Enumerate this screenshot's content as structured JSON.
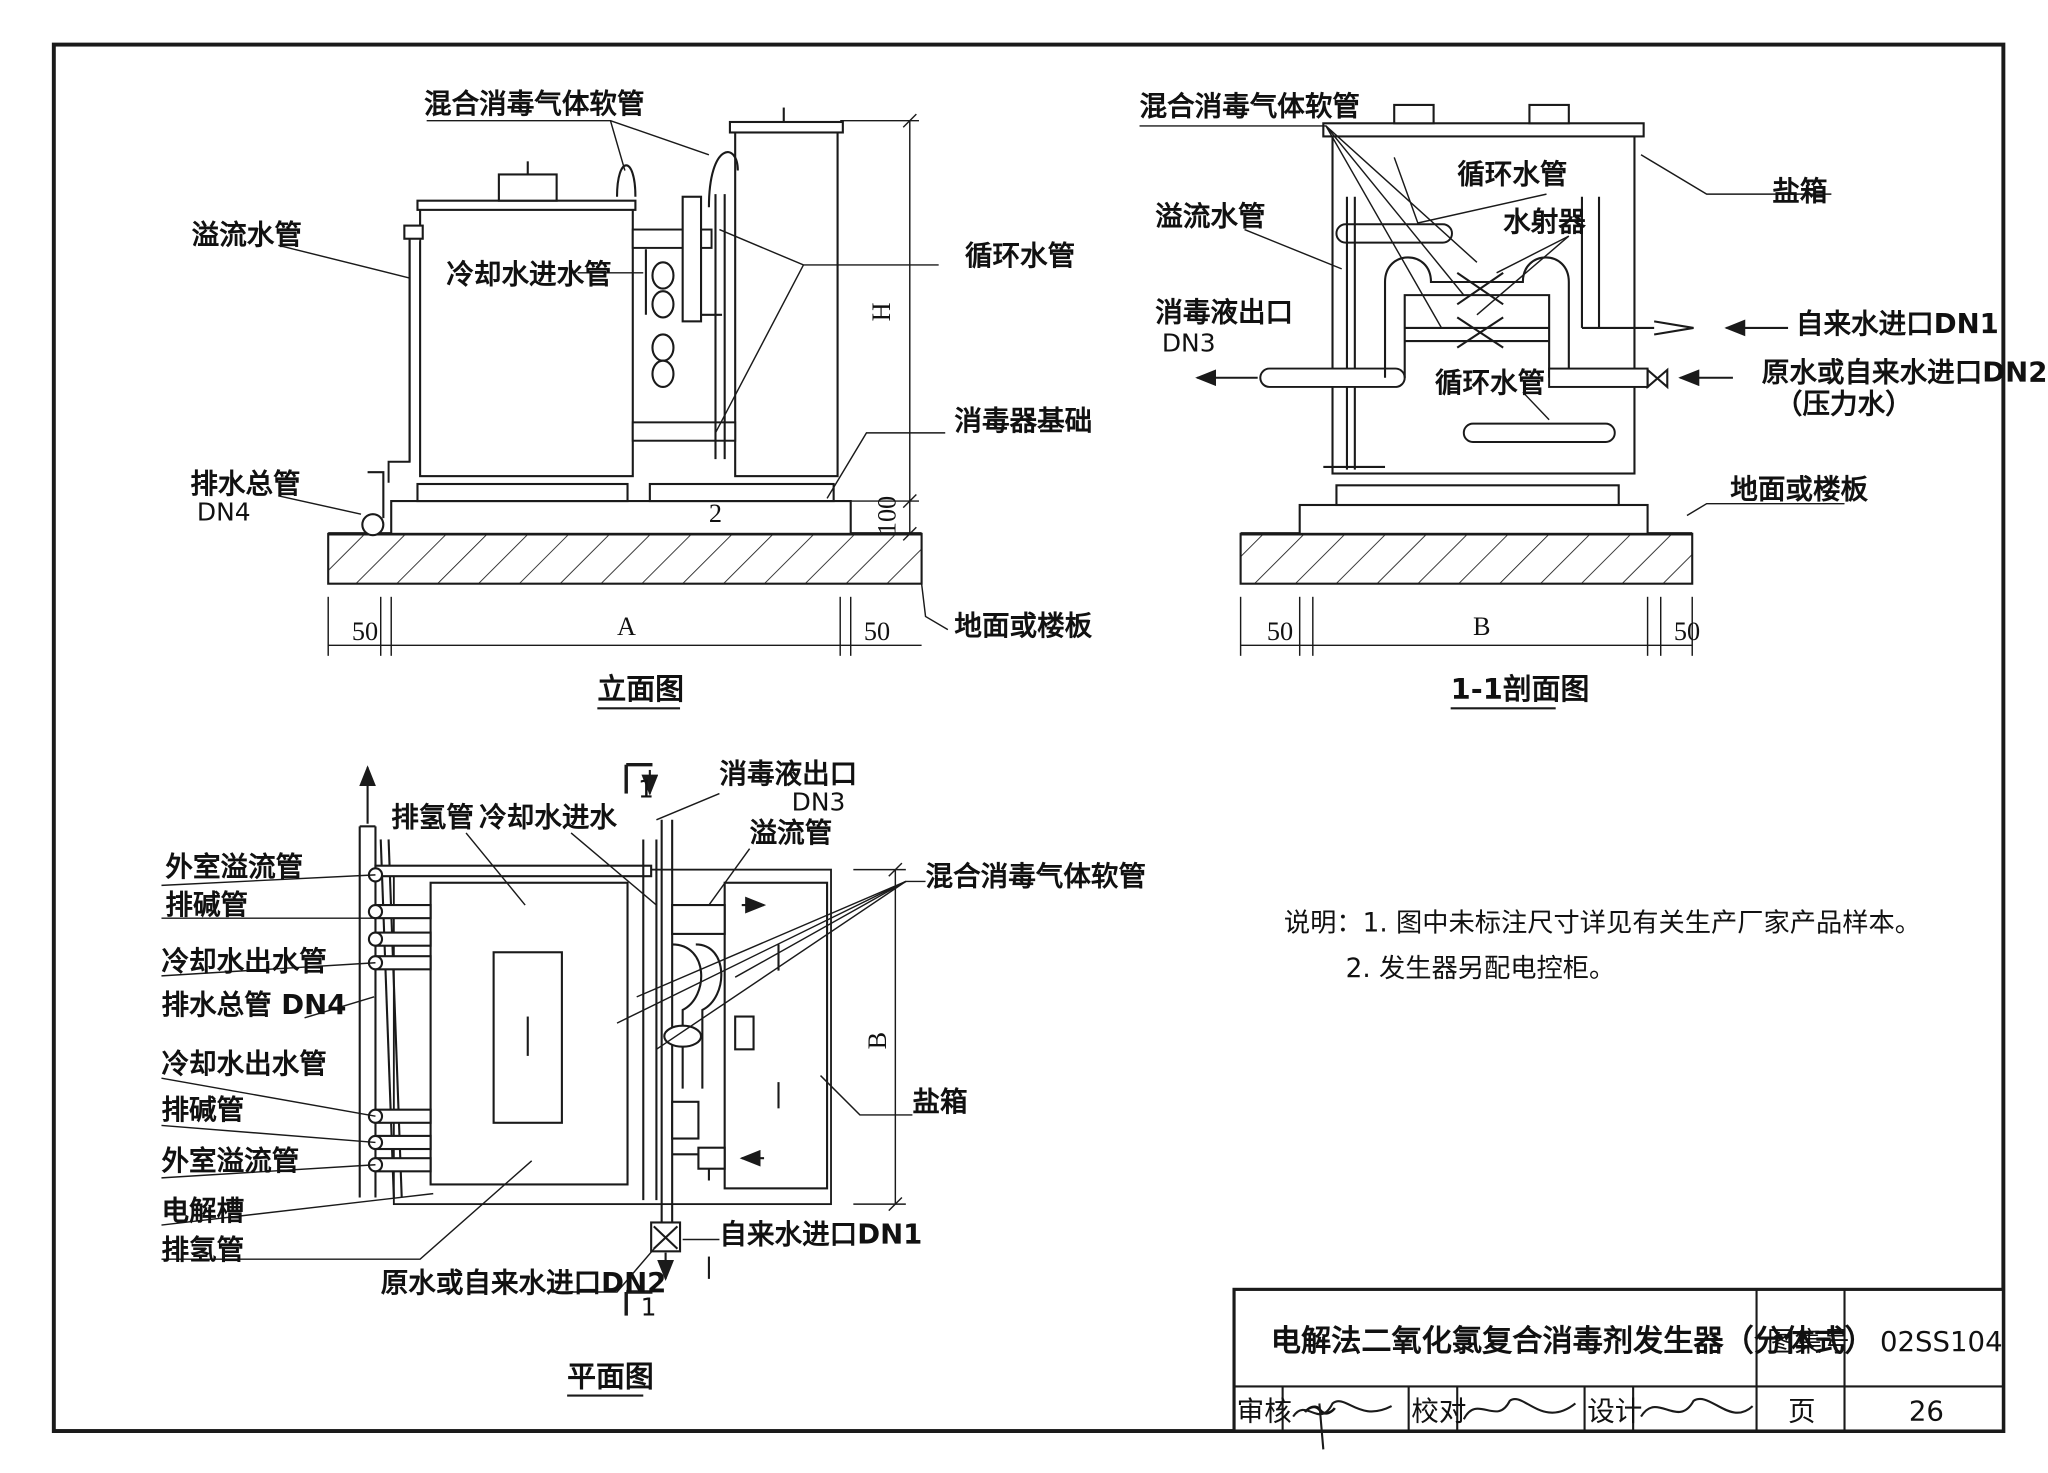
{
  "elevation": {
    "label_mix_hose": "混合消毒气体软管",
    "label_overflow": "溢流水管",
    "label_cooling_in": "冷却水进水管",
    "label_circulation": "循环水管",
    "label_base": "消毒器基础",
    "label_drain": "排水总管",
    "label_drain_dn": "DN4",
    "label_floor": "地面或楼板",
    "dim_h": "H",
    "dim_100": "100",
    "dim_50_left": "50",
    "dim_a": "A",
    "dim_50_right": "50",
    "title": "立面图"
  },
  "section": {
    "label_mix_hose": "混合消毒气体软管",
    "label_circulation_top": "循环水管",
    "label_salt_box": "盐箱",
    "label_overflow": "溢流水管",
    "label_ejector": "水射器",
    "label_outlet": "消毒液出口",
    "label_outlet_dn": "DN3",
    "label_tap_in": "自来水进口DN1",
    "label_raw_in": "原水或自来水进口DN2",
    "label_raw_in_note": "（压力水）",
    "label_circulation_bottom": "循环水管",
    "label_floor": "地面或楼板",
    "dim_50_left": "50",
    "dim_b": "B",
    "dim_50_right": "50",
    "title": "1-1剖面图"
  },
  "plan": {
    "label_h2_top": "排氢管",
    "label_cooling_in": "冷却水进水",
    "label_outlet": "消毒液出口",
    "label_outlet_dn": "DN3",
    "label_overflow": "溢流管",
    "label_mix_hose": "混合消毒气体软管",
    "label_outdoor_overflow_1": "外室溢流管",
    "label_alkali_1": "排碱管",
    "label_cooling_out_1": "冷却水出水管",
    "label_drain": "排水总管 DN4",
    "label_cooling_out_2": "冷却水出水管",
    "label_alkali_2": "排碱管",
    "label_outdoor_overflow_2": "外室溢流管",
    "label_cell": "电解槽",
    "label_h2_bottom": "排氢管",
    "label_raw_in": "原水或自来水进口DN2",
    "label_tap_in": "自来水进口DN1",
    "label_salt_box": "盐箱",
    "dim_b": "B",
    "section_mark_top": "1",
    "section_mark_bottom": "1",
    "title": "平面图"
  },
  "notes": {
    "line1": "说明：1. 图中未标注尺寸详见有关生产厂家产品样本。",
    "line2": "2. 发生器另配电控柜。"
  },
  "title_block": {
    "drawing_title": "电解法二氧化氯复合消毒剂发生器（分体式）",
    "atlas_label": "图集号",
    "atlas_no": "02SS104",
    "review_label": "审核",
    "check_label": "校对",
    "design_label": "设计",
    "page_label": "页",
    "page_no": "26"
  }
}
